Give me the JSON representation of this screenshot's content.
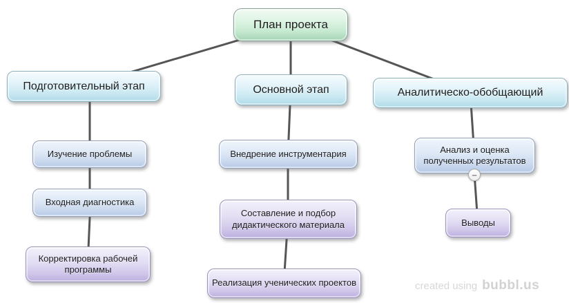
{
  "diagram": {
    "tool_watermark": {
      "prefix": "created using",
      "brand": "bubbl.us"
    },
    "nodes": {
      "root": {
        "label": "План проекта",
        "level": "root",
        "color": "#bfe8cc"
      },
      "stage1": {
        "label": "Подготовительный этап",
        "level": "stage",
        "color": "#cfeaf4"
      },
      "stage2": {
        "label": "Основной этап",
        "level": "stage",
        "color": "#cfeaf4"
      },
      "stage3": {
        "label": "Аналитическо-обобщающий",
        "level": "stage",
        "color": "#cfeaf4"
      },
      "prep1": {
        "label": "Изучение проблемы",
        "level": "child",
        "color": "#ccdbf0"
      },
      "prep2": {
        "label": "Входная диагностика",
        "level": "child",
        "color": "#ccdbf0"
      },
      "prep3": {
        "label": "Корректировка рабочей программы",
        "level": "child",
        "color": "#d6cfec"
      },
      "main1": {
        "label": "Внедрение инструментария",
        "level": "child",
        "color": "#ccdbf0"
      },
      "main2": {
        "label": "Составление и подбор дидактического материала",
        "level": "child",
        "color": "#d6cfec"
      },
      "main3": {
        "label": "Реализация ученических проектов",
        "level": "child",
        "color": "#d6cfec"
      },
      "anal1": {
        "label": "Анализ и оценка полученных результатов",
        "level": "child",
        "color": "#ccdbf0"
      },
      "anal2": {
        "label": "Выводы",
        "level": "child",
        "color": "#d6cfec"
      }
    },
    "edges": [
      {
        "from": "root",
        "to": "stage1"
      },
      {
        "from": "root",
        "to": "stage2"
      },
      {
        "from": "root",
        "to": "stage3"
      },
      {
        "from": "stage1",
        "to": "prep1"
      },
      {
        "from": "prep1",
        "to": "prep2"
      },
      {
        "from": "prep2",
        "to": "prep3"
      },
      {
        "from": "stage2",
        "to": "main1"
      },
      {
        "from": "main1",
        "to": "main2"
      },
      {
        "from": "main2",
        "to": "main3"
      },
      {
        "from": "stage3",
        "to": "anal1"
      },
      {
        "from": "anal1",
        "to": "anal2"
      }
    ],
    "controls": {
      "collapse_glyph": "−"
    },
    "palette": {
      "connector": "#555555",
      "watermark_text": "#d5d5d5",
      "background": "#ffffff"
    }
  }
}
